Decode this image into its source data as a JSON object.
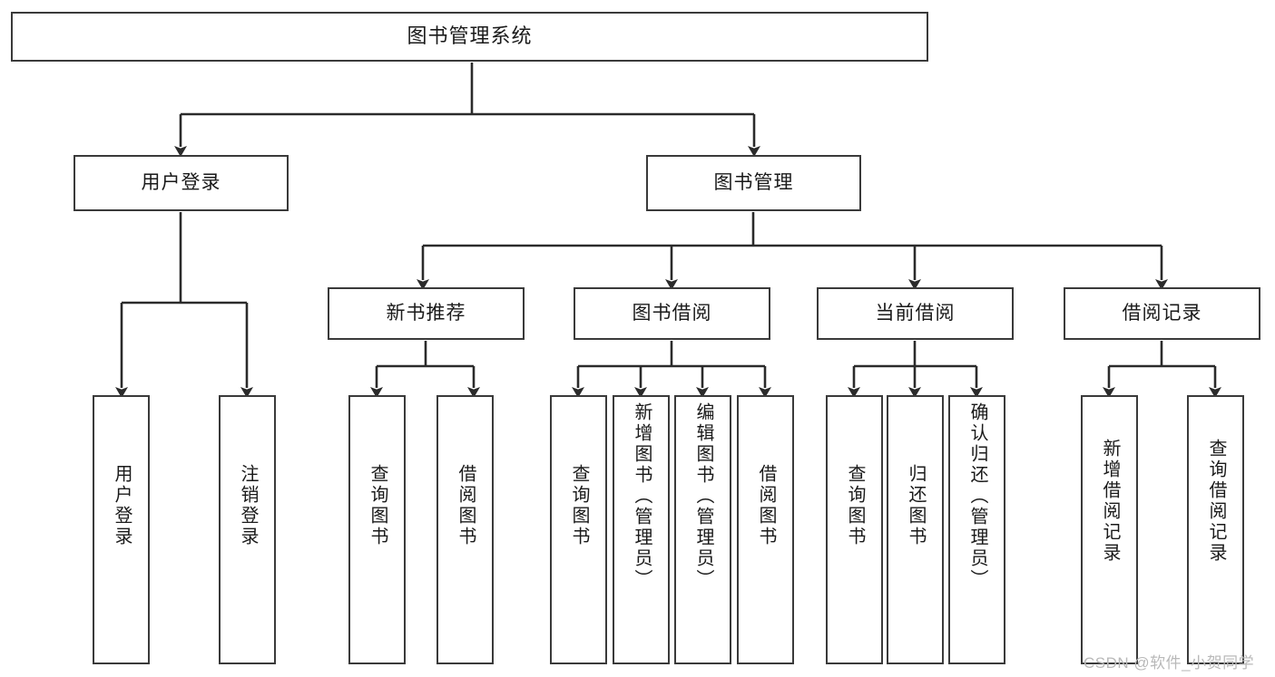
{
  "diagram": {
    "title": "图书管理系统",
    "type": "tree-hierarchy-diagram",
    "colors": {
      "box_border": "#3a3a3a",
      "box_fill": "#ffffff",
      "connector": "#2b2b2b",
      "text": "#1a1a1a",
      "watermark": "#b9b9b9"
    },
    "root": {
      "label": "图书管理系统"
    },
    "level2": [
      {
        "label": "用户登录"
      },
      {
        "label": "图书管理"
      }
    ],
    "level3": [
      {
        "label": "新书推荐"
      },
      {
        "label": "图书借阅"
      },
      {
        "label": "当前借阅"
      },
      {
        "label": "借阅记录"
      }
    ],
    "leaves": {
      "user_login": [
        {
          "label": "用户登录"
        },
        {
          "label": "注销登录"
        }
      ],
      "new_book_recommend": [
        {
          "label": "查询图书"
        },
        {
          "label": "借阅图书"
        }
      ],
      "book_borrow": [
        {
          "label": "查询图书"
        },
        {
          "label": "新增图书（管理员）"
        },
        {
          "label": "编辑图书（管理员）"
        },
        {
          "label": "借阅图书"
        }
      ],
      "current_borrow": [
        {
          "label": "查询图书"
        },
        {
          "label": "归还图书"
        },
        {
          "label": "确认归还（管理员）"
        }
      ],
      "borrow_record": [
        {
          "label": "新增借阅记录"
        },
        {
          "label": "查询借阅记录"
        }
      ]
    }
  },
  "watermark": {
    "text": "CSDN @软件_小贺同学"
  }
}
